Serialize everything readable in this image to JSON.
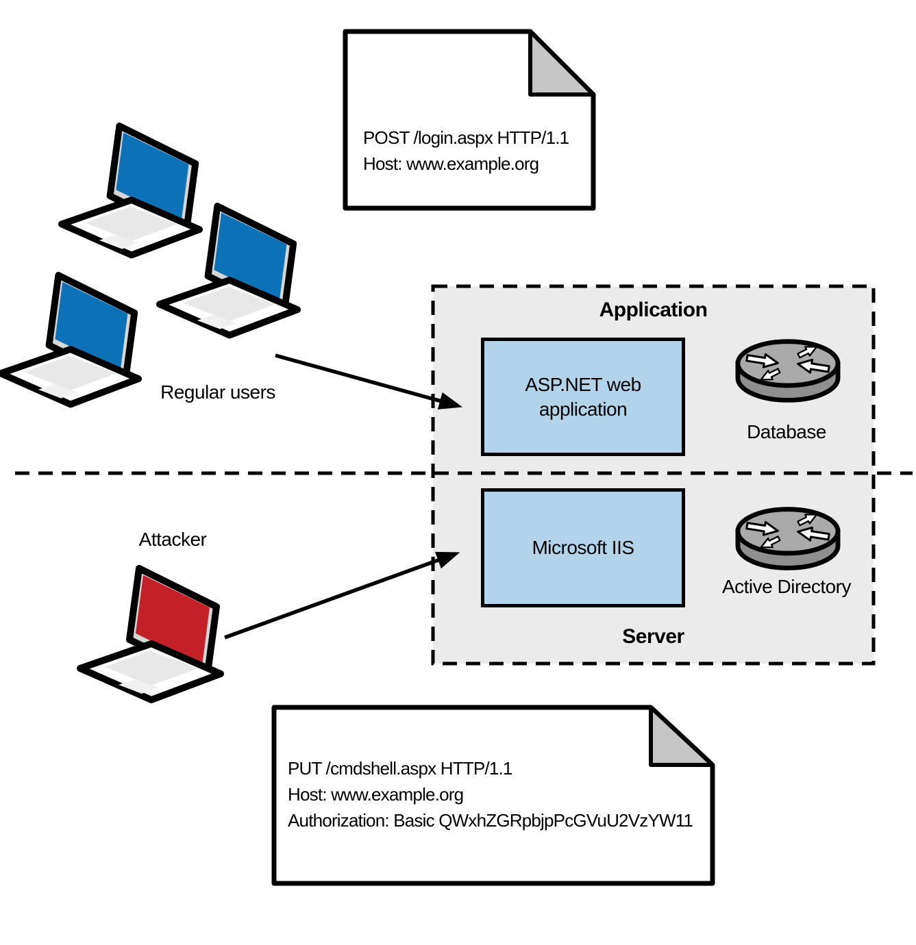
{
  "figure": {
    "description_labels": {
      "regular_users": "Regular users",
      "attacker": "Attacker"
    }
  },
  "actors": {
    "regular_users_label": "Regular users",
    "attacker_label": "Attacker"
  },
  "notes": {
    "user_request": {
      "line1": "POST /login.aspx HTTP/1.1",
      "line2": "Host: www.example.org"
    },
    "attacker_request": {
      "line1": "PUT /cmdshell.aspx HTTP/1.1",
      "line2": "Host: www.example.org",
      "line3": "Authorization: Basic QWxhZGRpbjpPcGVuU2VzYW11"
    }
  },
  "panel": {
    "application_section_label": "Application",
    "server_section_label": "Server",
    "app_box_label": "ASP.NET web application",
    "iis_box_label": "Microsoft IIS",
    "database_label": "Database",
    "active_directory_label": "Active Directory"
  },
  "colors": {
    "user_laptop_screen_blue": "#0d71b8",
    "attacker_laptop_screen_red": "#c32127",
    "component_box_blue": "#b1d4ea",
    "panel_background_gray": "#ebebeb",
    "document_fold_gray": "#c6c6c6",
    "outline_black": "#000000"
  }
}
